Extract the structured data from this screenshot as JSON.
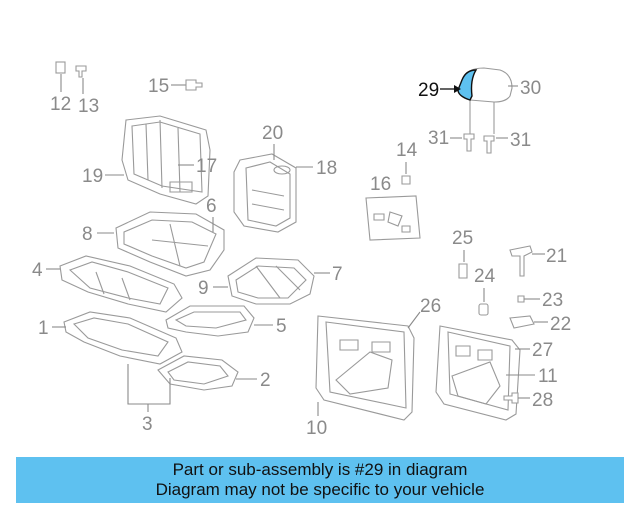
{
  "diagram": {
    "labels": {
      "l1": "1",
      "l2": "2",
      "l3": "3",
      "l4": "4",
      "l5": "5",
      "l6": "6",
      "l7": "7",
      "l8": "8",
      "l9": "9",
      "l10": "10",
      "l11": "11",
      "l12": "12",
      "l13": "13",
      "l14": "14",
      "l15": "15",
      "l16": "16",
      "l17": "17",
      "l18": "18",
      "l19": "19",
      "l20": "20",
      "l21": "21",
      "l22": "22",
      "l23": "23",
      "l24": "24",
      "l25": "25",
      "l26": "26",
      "l27": "27",
      "l28": "28",
      "l29": "29",
      "l30": "30",
      "l31a": "31",
      "l31b": "31"
    },
    "highlight_color": "#5ec1f0"
  },
  "banner": {
    "line1": "Part or sub-assembly is #29 in diagram",
    "line2": "Diagram may not be specific to your vehicle"
  }
}
